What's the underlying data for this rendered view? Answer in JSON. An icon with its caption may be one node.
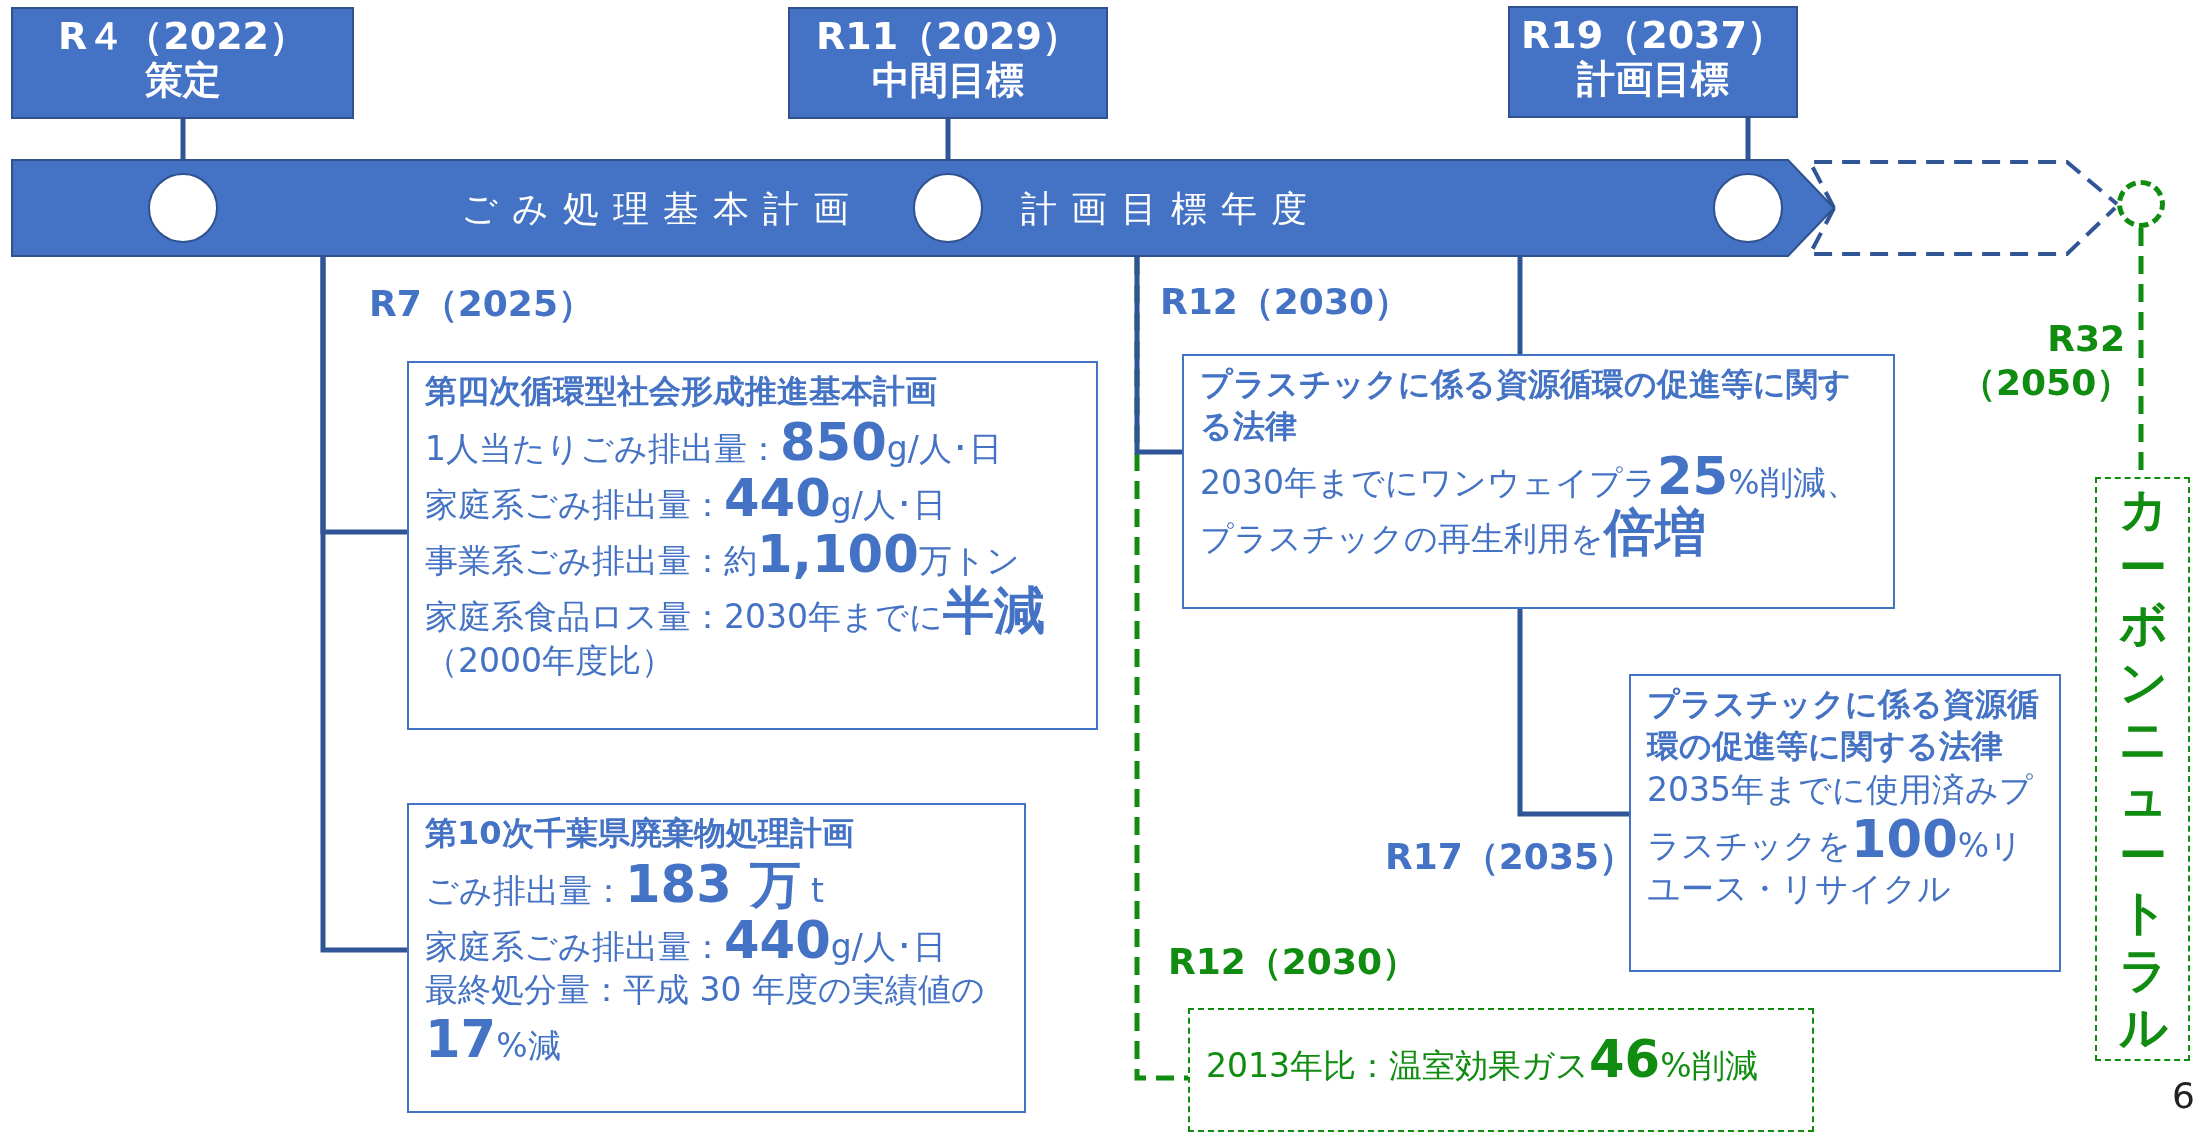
{
  "diagram": {
    "nodes": [
      {
        "text": [
          "ごみ処理基本計画",
          "計画目標年度"
        ]
      },
      {
        "text": [
          "R４（2022）",
          "策定"
        ]
      },
      {
        "text": [
          "R11（2029）",
          "中間目標"
        ]
      },
      {
        "text": [
          "R19（2037）",
          "計画目標"
        ]
      },
      {
        "text": [],
        "shape": "circle",
        "in": 0
      },
      {
        "text": [],
        "shape": "circle",
        "in": 0
      },
      {
        "text": [],
        "shape": "circle",
        "in": 0
      },
      {
        "text": [],
        "shape": "circle"
      },
      {
        "text": [
          "第四次循環型社会形成推進基本計画",
          "1人当たりごみ排出量：**850**g/人･日",
          "家庭系ごみ排出量：**440**g/人･日",
          "事業系ごみ排出量：約**1,100**万トン",
          "家庭系食品ロス量：2030年までに**半減**（2000年度比）"
        ]
      },
      {
        "text": [
          "第10次千葉県廃棄物処理計画",
          "ごみ排出量：**183 万** t",
          "家庭系ごみ排出量：**440**g/人･日",
          "最終処分量：平成 30 年度の実績値の **17**%減"
        ]
      },
      {
        "text": [
          "プラスチックに係る資源循環の促進等に関する法律",
          "2030年までにワンウェイプラ**25**%削減、プラスチックの再生利用を**倍増**"
        ]
      },
      {
        "text": [
          "プラスチックに係る資源循環の促進等に関する法律",
          "2035年までに使用済みプラスチックを**100**%リユース・リサイクル"
        ]
      },
      {
        "text": [
          "2013年比：温室効果ガス**46**%削減"
        ]
      },
      {
        "text": [
          "カーボンニュートラル"
        ]
      }
    ],
    "edges": [
      {
        "from": 1,
        "to": 4,
        "arrow": "none"
      },
      {
        "from": 2,
        "to": 5,
        "arrow": "none"
      },
      {
        "from": 3,
        "to": 6,
        "arrow": "none"
      },
      {
        "from": 0,
        "to": 7,
        "arrow": "none",
        "style": "dashed"
      },
      {
        "from": 0,
        "to": 12,
        "arrow": "none",
        "style": "dashed",
        "color": "#108c10"
      },
      {
        "from": 0,
        "to": 8,
        "arrow": "none"
      },
      {
        "from": 0,
        "to": 9,
        "arrow": "none"
      },
      {
        "from": 0,
        "to": 10,
        "arrow": "none"
      },
      {
        "from": 0,
        "to": 10,
        "arrow": "none"
      },
      {
        "from": 10,
        "to": 11,
        "arrow": "none"
      },
      {
        "from": 7,
        "to": 13,
        "arrow": "none",
        "style": "dashed",
        "color": "#108c10"
      }
    ],
    "labels": [
      "R7（2025）",
      "R12（2030）",
      "R32（2050）",
      "R17（2035）",
      "R12（2030）",
      "6"
    ]
  }
}
